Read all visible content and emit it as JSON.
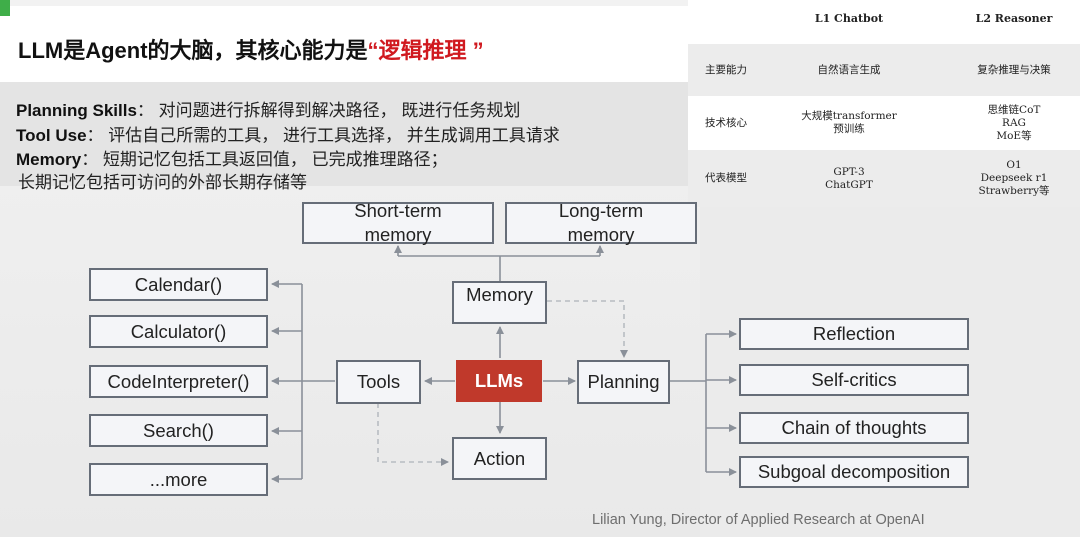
{
  "title": {
    "main": "LLM是Agent的大脑，其核心能力是",
    "highlight": "“逻辑推理 ”"
  },
  "skills": [
    {
      "term": "Planning Skills",
      "desc": "：  对问题进行拆解得到解决路径， 既进行任务规划"
    },
    {
      "term": "Tool Use",
      "desc": "：  评估自己所需的工具， 进行工具选择， 并生成调用工具请求"
    },
    {
      "term": "Memory",
      "desc": "：  短期记忆包括工具返回值， 已完成推理路径；"
    },
    {
      "term": "",
      "desc": "长期记忆包括可访问的外部长期存储等"
    }
  ],
  "table": {
    "headers": [
      "",
      "L1 Chatbot",
      "L2 Reasoner"
    ],
    "rows": [
      [
        "主要能力",
        "自然语言生成",
        "复杂推理与决策"
      ],
      [
        "技术核心",
        "大规模transformer\n预训练",
        "思维链CoT\nRAG\nMoE等"
      ],
      [
        "代表模型",
        "GPT-3\nChatGPT",
        "O1\nDeepseek r1\nStrawberry等"
      ]
    ]
  },
  "diagram": {
    "llms": "LLMs",
    "memory": "Memory",
    "short_term": "Short-term\nmemory",
    "long_term": "Long-term\nmemory",
    "tools": "Tools",
    "tool_items": [
      "Calendar()",
      "Calculator()",
      "CodeInterpreter()",
      "Search()",
      "...more"
    ],
    "planning": "Planning",
    "planning_items": [
      "Reflection",
      "Self-critics",
      "Chain of thoughts",
      "Subgoal decomposition"
    ],
    "action": "Action"
  },
  "credit": "Lilian Yung, Director of Applied Research at OpenAI",
  "colors": {
    "accent_red": "#c0392b",
    "title_red": "#d0191f",
    "green": "#3fae49",
    "box_border": "#666d78"
  }
}
